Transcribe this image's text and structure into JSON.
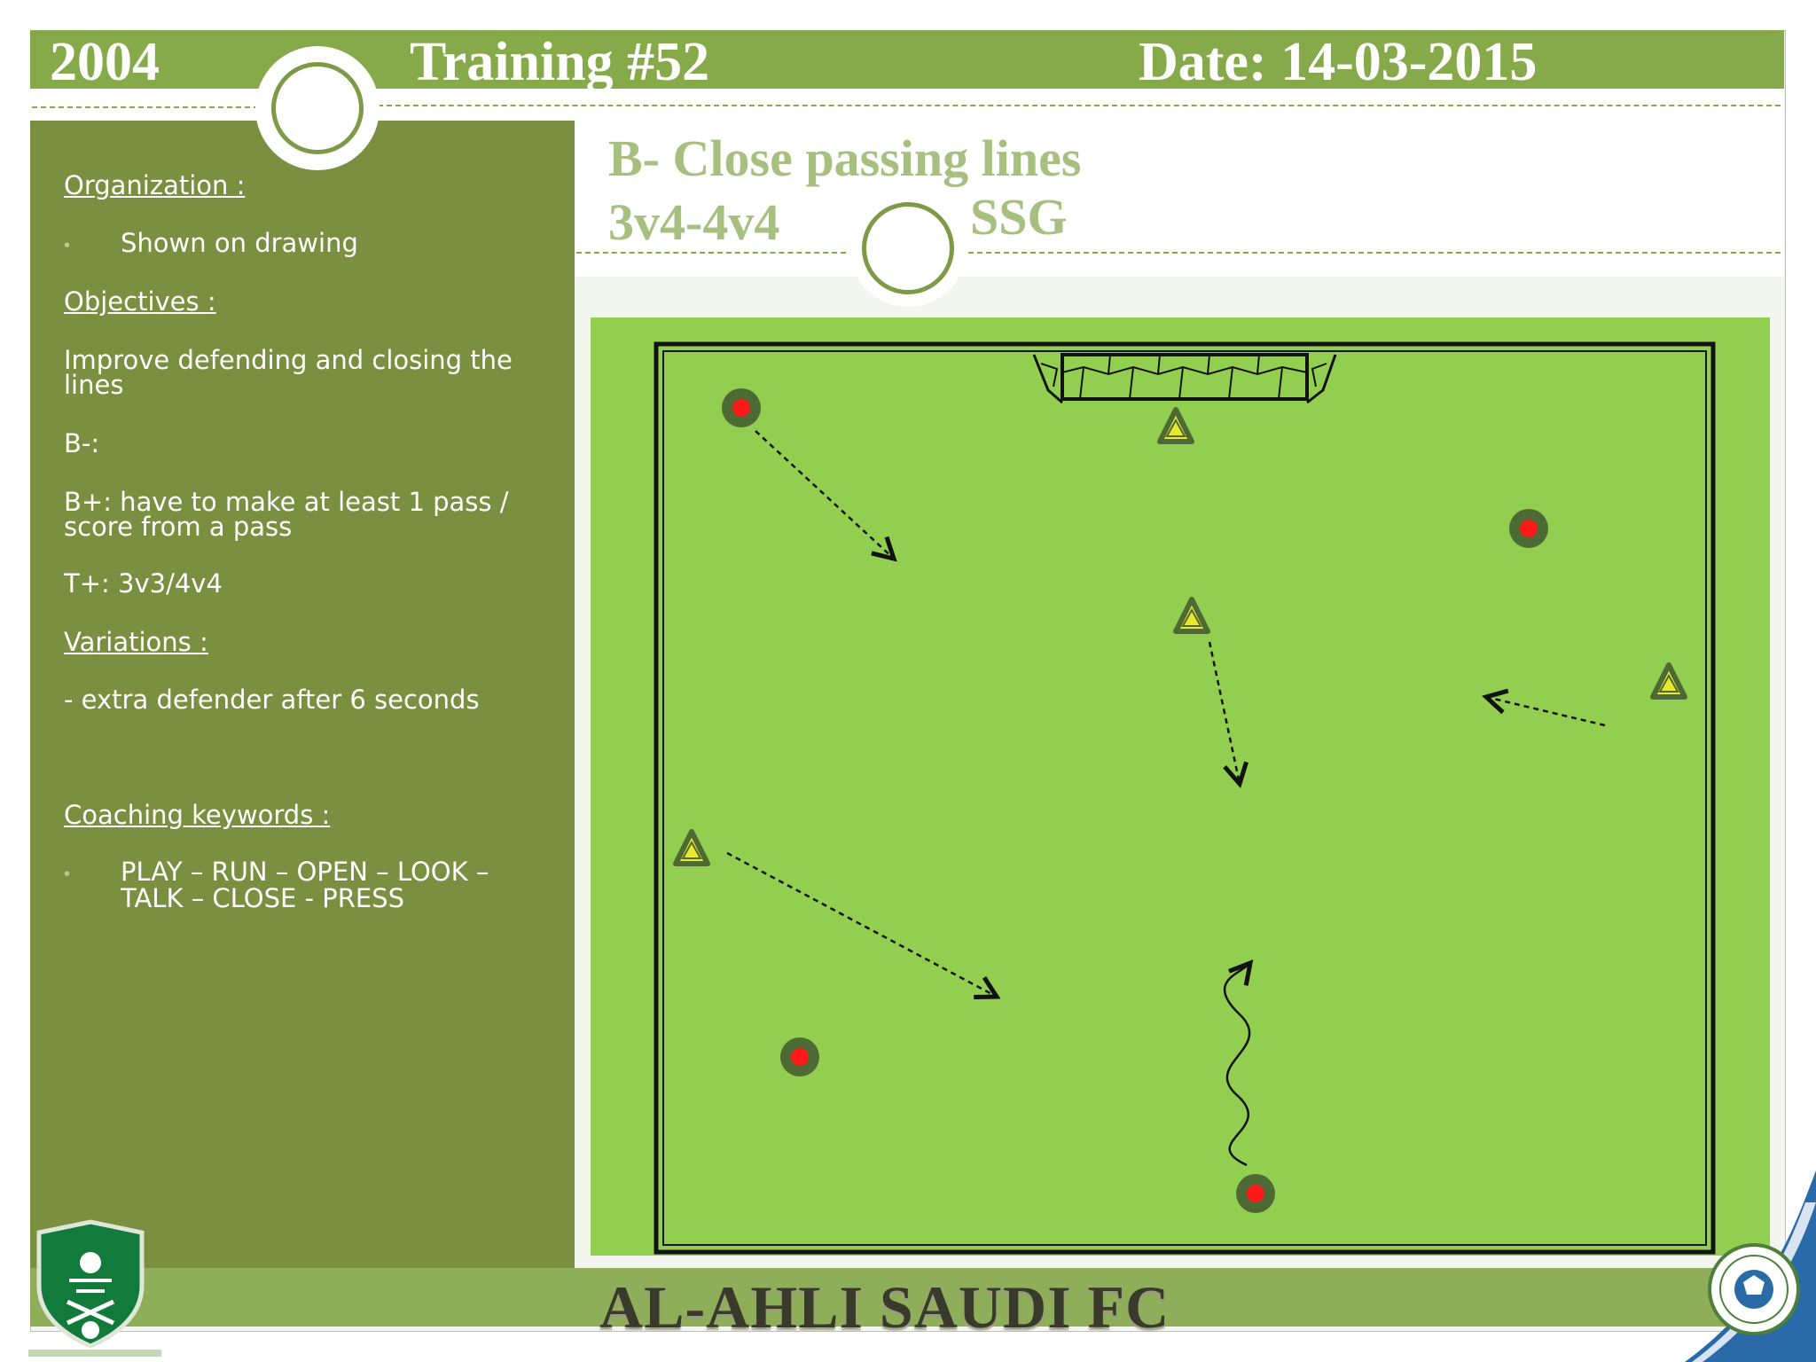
{
  "header": {
    "year": "2004",
    "training": "Training #52",
    "date": "Date: 14-03-2015"
  },
  "left_panel": {
    "organization_heading": "Organization :",
    "organization_item": "Shown on drawing",
    "objectives_heading": "Objectives :",
    "objectives_line1": "Improve defending and closing the",
    "objectives_line2": "lines",
    "b_minus": "B-:",
    "b_plus_line1": "B+: have to make at least 1 pass /",
    "b_plus_line2": "score from a pass",
    "t_plus": "T+: 3v3/4v4",
    "variations_heading": "Variations :",
    "variations_item": "- extra defender after 6 seconds",
    "coaching_heading": "Coaching keywords :",
    "coaching_line1": "PLAY – RUN – OPEN – LOOK –",
    "coaching_line2": "TALK – CLOSE - PRESS"
  },
  "exercise": {
    "title": "B- Close passing lines",
    "format": "3v4-4v4",
    "type": "SSG"
  },
  "footer": {
    "club_name": "AL-AHLI SAUDI FC"
  },
  "colors": {
    "header_green": "#86a94a",
    "panel_green": "#7a8f3f",
    "pitch_green": "#92cf51",
    "title_green": "#a7c080",
    "player_red": "#ff0000",
    "cone_yellow": "#e8e830"
  },
  "icons": {
    "players": "red-dot-player-icon",
    "defenders": "yellow-triangle-cone-icon",
    "goal": "goal-net-icon",
    "crest_left": "al-ahli-crest-icon",
    "crest_right": "football-badge-icon"
  }
}
